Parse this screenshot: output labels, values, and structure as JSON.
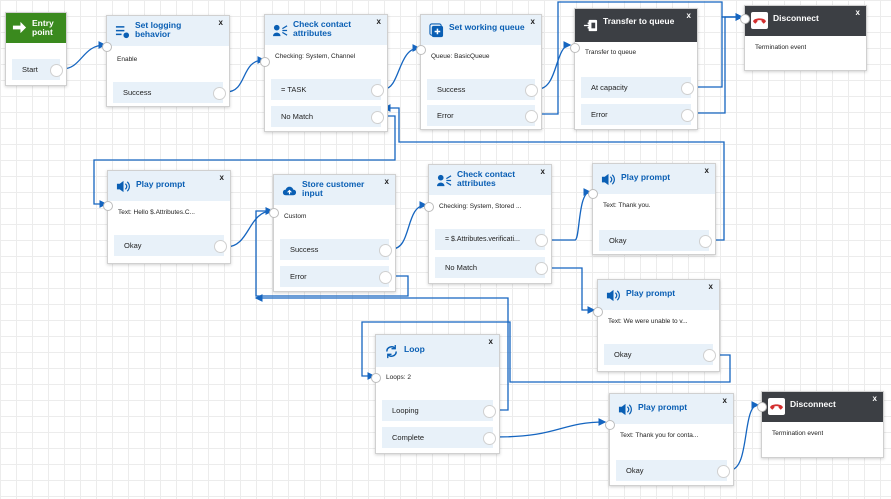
{
  "colors": {
    "accent": "#0a5fb4",
    "entry_header": "#3a8a1e",
    "dark_header": "#3c3f44",
    "port_fill": "#e8f1f9",
    "connector": "#1565c0",
    "grid": "#ececec",
    "disconnect_icon": "#d32f2f"
  },
  "close_glyph": "x",
  "entry": {
    "title": "Entry point",
    "start_label": "Start",
    "icon": "entry-arrow-icon"
  },
  "logging": {
    "title": "Set logging behavior",
    "body": "Enable",
    "outputs": [
      "Success"
    ],
    "icon": "logging-icon"
  },
  "check1": {
    "title": "Check contact attributes",
    "body": "Checking: System, Channel",
    "outputs": [
      "= TASK",
      "No Match"
    ],
    "icon": "check-attributes-icon"
  },
  "queue": {
    "title": "Set working queue",
    "body": "Queue: BasicQueue",
    "outputs": [
      "Success",
      "Error"
    ],
    "icon": "queue-icon"
  },
  "transfer": {
    "title": "Transfer to queue",
    "body": "Transfer to queue",
    "outputs": [
      "At capacity",
      "Error"
    ],
    "icon": "transfer-icon"
  },
  "disconnect1": {
    "title": "Disconnect",
    "body": "Termination event",
    "icon": "phone-hangup-icon"
  },
  "prompt1": {
    "title": "Play prompt",
    "body": "Text: Hello $.Attributes.C...",
    "outputs": [
      "Okay"
    ],
    "icon": "speaker-icon"
  },
  "store": {
    "title": "Store customer input",
    "body": "Custom",
    "outputs": [
      "Success",
      "Error"
    ],
    "icon": "cloud-input-icon"
  },
  "check2": {
    "title": "Check contact attributes",
    "body": "Checking: System, Stored ...",
    "outputs": [
      "= $.Attributes.verificati...",
      "No Match"
    ],
    "icon": "check-attributes-icon"
  },
  "prompt2": {
    "title": "Play prompt",
    "body": "Text: Thank you.",
    "outputs": [
      "Okay"
    ],
    "icon": "speaker-icon"
  },
  "prompt3": {
    "title": "Play prompt",
    "body": "Text: We were unable to v...",
    "outputs": [
      "Okay"
    ],
    "icon": "speaker-icon"
  },
  "loop": {
    "title": "Loop",
    "body": "Loops: 2",
    "outputs": [
      "Looping",
      "Complete"
    ],
    "icon": "loop-icon"
  },
  "prompt4": {
    "title": "Play prompt",
    "body": "Text: Thank you for conta...",
    "outputs": [
      "Okay"
    ],
    "icon": "speaker-icon"
  },
  "disconnect2": {
    "title": "Disconnect",
    "body": "Termination event",
    "icon": "phone-hangup-icon"
  }
}
